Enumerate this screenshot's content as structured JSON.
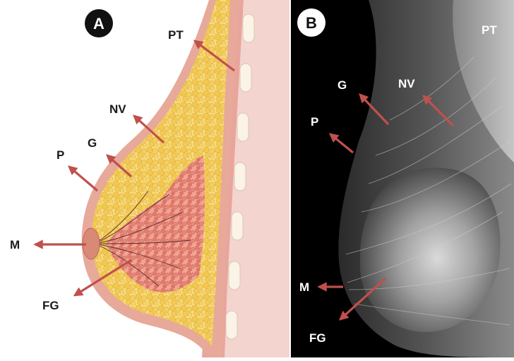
{
  "panel_a": {
    "badge": "A",
    "labels": {
      "pt": "PT",
      "nv": "NV",
      "g": "G",
      "p": "P",
      "m": "M",
      "fg": "FG"
    }
  },
  "panel_b": {
    "badge": "B",
    "labels": {
      "pt": "PT",
      "nv": "NV",
      "g": "G",
      "p": "P",
      "m": "M",
      "fg": "FG"
    }
  },
  "colors": {
    "arrow": "#c0504d",
    "skin": "#e7a99a",
    "fat": "#f5d26b",
    "gland": "#e8837a",
    "muscle": "#e9a59c",
    "mammo_bg": "#000000",
    "label_panel_a": "#1a1a1a",
    "label_panel_b": "#ffffff"
  }
}
